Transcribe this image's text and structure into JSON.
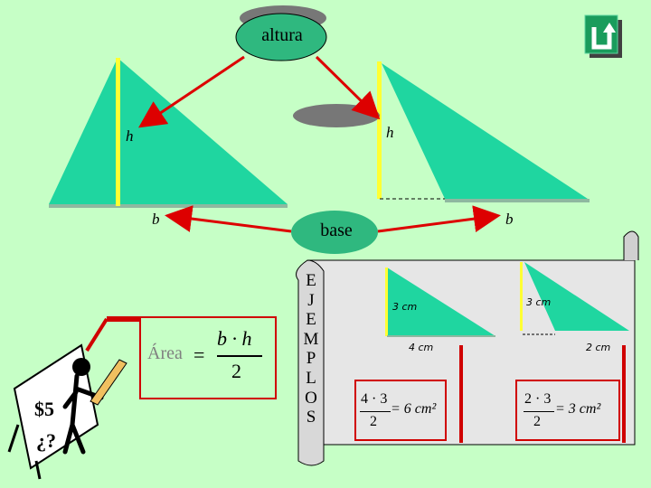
{
  "labels": {
    "altura": "altura",
    "base": "base",
    "h_left": "h",
    "h_right": "h",
    "b_left": "b",
    "b_right": "b"
  },
  "area_formula": {
    "lhs": "Área",
    "equals": "=",
    "numerator": "b · h",
    "denominator": "2"
  },
  "ejemplo_letters": [
    "E",
    "J",
    "E",
    "M",
    "P",
    "L",
    "O",
    "S"
  ],
  "example1": {
    "height_label": "3 cm",
    "base_label": "4 cm",
    "numerator": "4 · 3",
    "denominator": "2",
    "result": "= 6 cm²"
  },
  "example2": {
    "height_label": "3 cm",
    "base_label": "2 cm",
    "numerator": "2 · 3",
    "denominator": "2",
    "result": "= 3 cm²"
  },
  "colors": {
    "background": "#c6ffc6",
    "triangle": "#1fd6a0",
    "height_line": "#ffff33",
    "arrow": "#dd0000",
    "oval_fill": "#2fb87f",
    "scroll": "#e4e4e4"
  },
  "icons": {
    "back_button": "return-arrow-icon",
    "clipart": "pencil-figure-icon"
  }
}
